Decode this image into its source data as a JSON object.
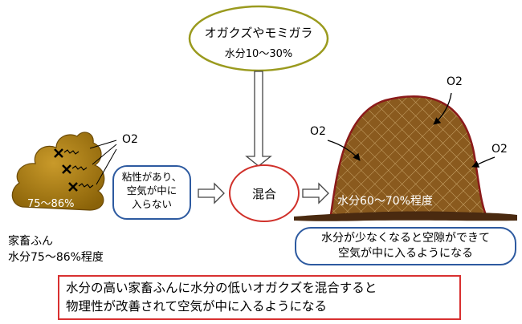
{
  "materials": {
    "title": "オガクズやモミガラ",
    "moisture": "水分10〜30%"
  },
  "manure": {
    "moisture_label": "75〜86%",
    "caption_line1": "家畜ふん",
    "caption_line2": "水分75〜86%程度",
    "oxygen_label": "O2",
    "note_line1": "粘性があり、",
    "note_line2": "空気が中に",
    "note_line3": "入らない"
  },
  "mix": {
    "label": "混合"
  },
  "mixed_pile": {
    "moisture_label": "水分60〜70%程度",
    "oxygen_labels": [
      "O2",
      "O2",
      "O2"
    ],
    "note_line1": "水分が少なくなると空隙ができて",
    "note_line2": "空気が中に入るようになる"
  },
  "summary": {
    "line1": "水分の高い家畜ふんに水分の低いオガクズを混合すると",
    "line2": "物理性が改善されて空気が中に入るようになる"
  },
  "colors": {
    "materials_border": "#9a9a1e",
    "manure_fill": "#a07810",
    "pile_fill": "#8a5a1e",
    "pile_outline": "#8b1a1a",
    "soil": "#4a2a10",
    "note_border_blue": "#2d5aa0",
    "mix_border": "#d0302a",
    "summary_border": "#d83030"
  },
  "icons": [
    "x-mark-icon",
    "arrow-down-icon",
    "arrow-right-icon",
    "oxygen-arrow-icon"
  ]
}
